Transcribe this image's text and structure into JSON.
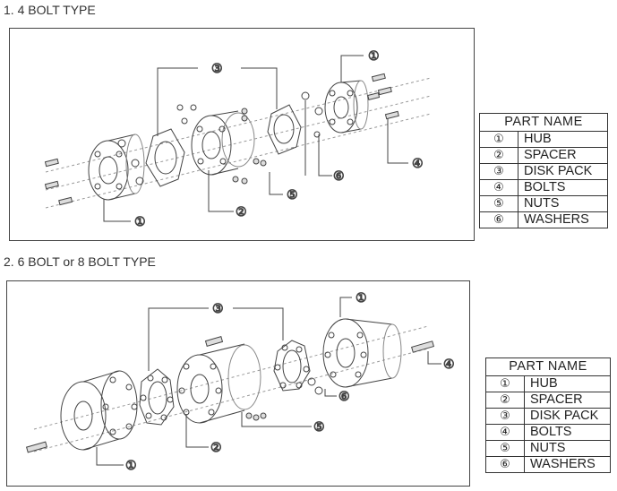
{
  "section1": {
    "title": "1. 4 BOLT TYPE",
    "callouts": [
      "③",
      "①",
      "④",
      "⑥",
      "⑤",
      "②",
      "①"
    ],
    "table": {
      "header": "PART NAME",
      "rows": [
        {
          "num": "①",
          "name": "HUB"
        },
        {
          "num": "②",
          "name": "SPACER"
        },
        {
          "num": "③",
          "name": "DISK PACK"
        },
        {
          "num": "④",
          "name": "BOLTS"
        },
        {
          "num": "⑤",
          "name": "NUTS"
        },
        {
          "num": "⑥",
          "name": "WASHERS"
        }
      ]
    }
  },
  "section2": {
    "title": "2. 6 BOLT or 8 BOLT TYPE",
    "callouts": [
      "③",
      "①",
      "④",
      "⑥",
      "⑤",
      "②",
      "①"
    ],
    "table": {
      "header": "PART NAME",
      "rows": [
        {
          "num": "①",
          "name": "HUB"
        },
        {
          "num": "②",
          "name": "SPACER"
        },
        {
          "num": "③",
          "name": "DISK PACK"
        },
        {
          "num": "④",
          "name": "BOLTS"
        },
        {
          "num": "⑤",
          "name": "NUTS"
        },
        {
          "num": "⑥",
          "name": "WASHERS"
        }
      ]
    }
  }
}
